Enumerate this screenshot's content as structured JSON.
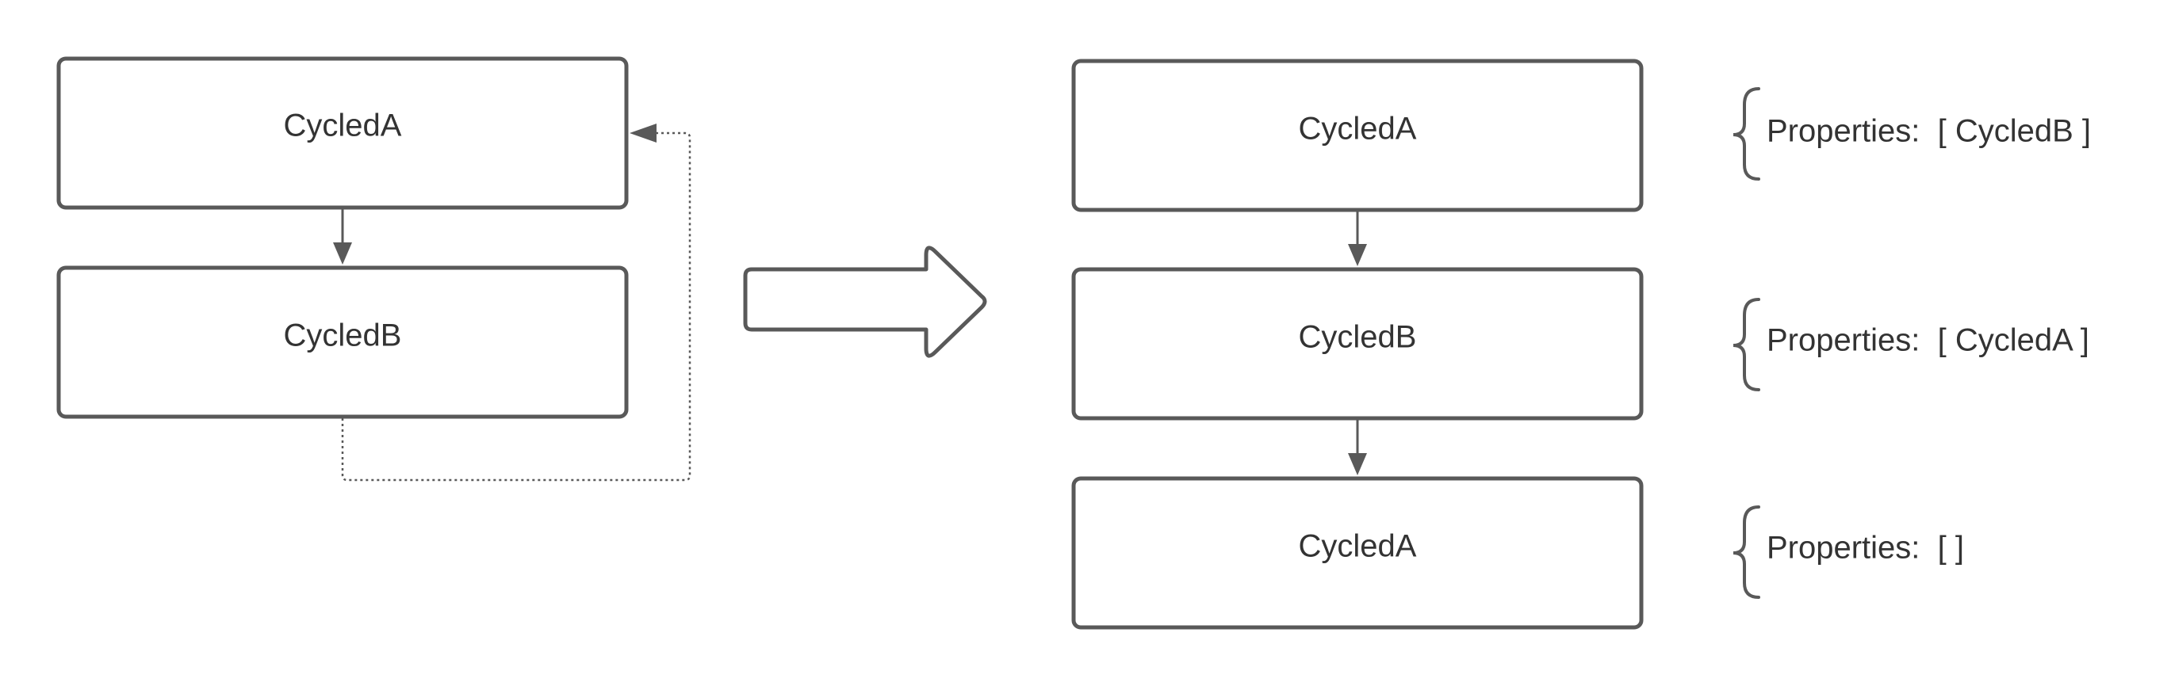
{
  "diagram": {
    "left": {
      "node_a": "CycledA",
      "node_b": "CycledB"
    },
    "right": {
      "node_1": "CycledA",
      "node_2": "CycledB",
      "node_3": "CycledA",
      "prop_1": "Properties:  [ CycledB ]",
      "prop_2": "Properties:  [ CycledA ]",
      "prop_3": "Properties:  [ ]"
    }
  },
  "colors": {
    "stroke": "#595959",
    "text": "#333333",
    "background": "#ffffff"
  }
}
